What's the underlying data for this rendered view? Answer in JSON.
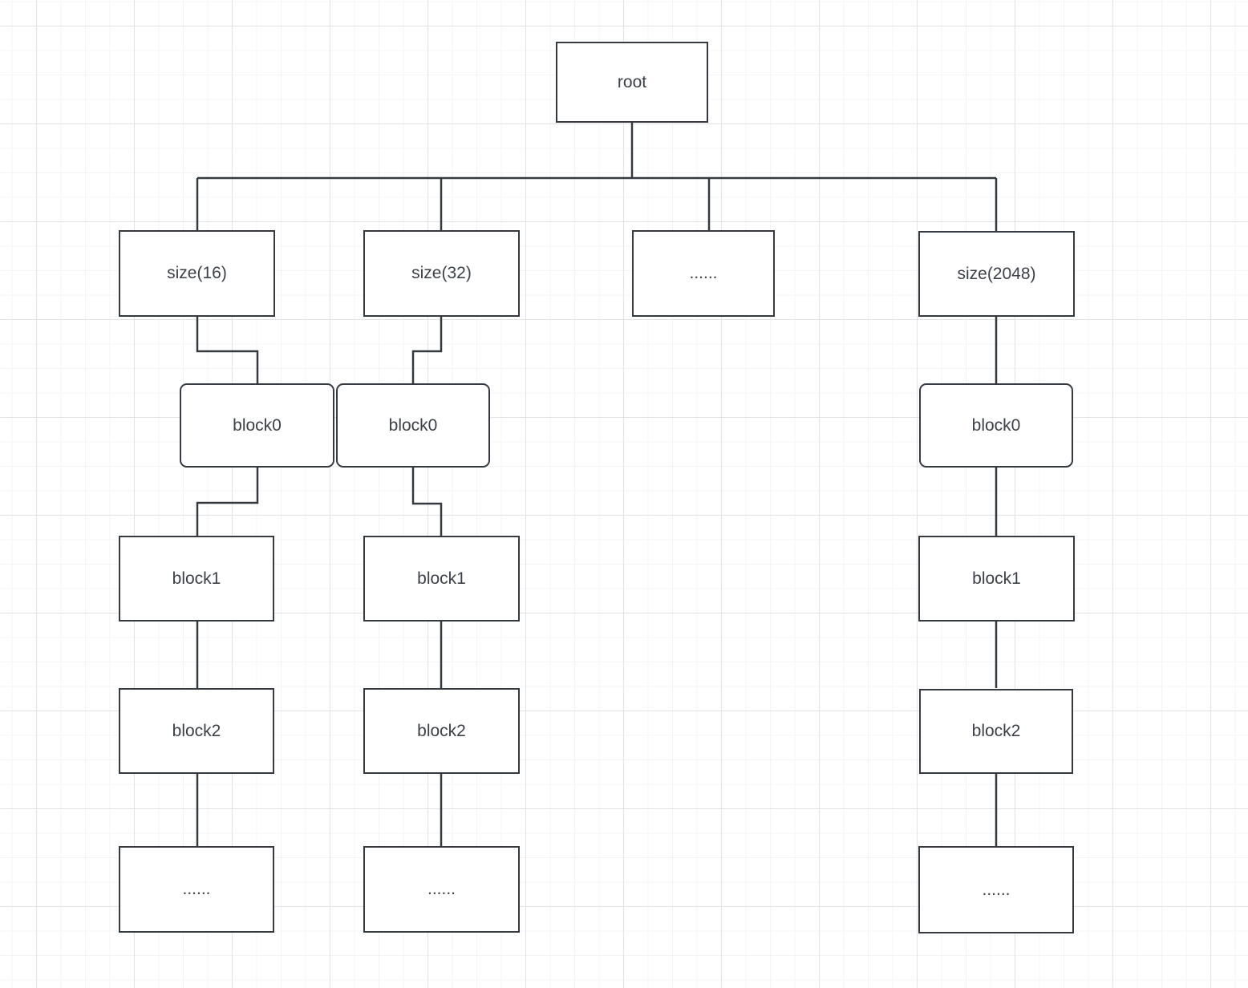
{
  "colors": {
    "stroke": "#343a40",
    "text": "#3c4148",
    "background": "#ffffff",
    "grid_minor": "#f4f4f4",
    "grid_major": "#e3e3e3"
  },
  "diagram": {
    "root_label": "root",
    "chains": [
      {
        "parent": "size(16)",
        "blocks": [
          "block0",
          "block1",
          "block2",
          "......"
        ]
      },
      {
        "parent": "size(32)",
        "blocks": [
          "block0",
          "block1",
          "block2",
          "......"
        ]
      },
      {
        "parent": "......",
        "blocks": []
      },
      {
        "parent": "size(2048)",
        "blocks": [
          "block0",
          "block1",
          "block2",
          "......"
        ]
      }
    ]
  }
}
